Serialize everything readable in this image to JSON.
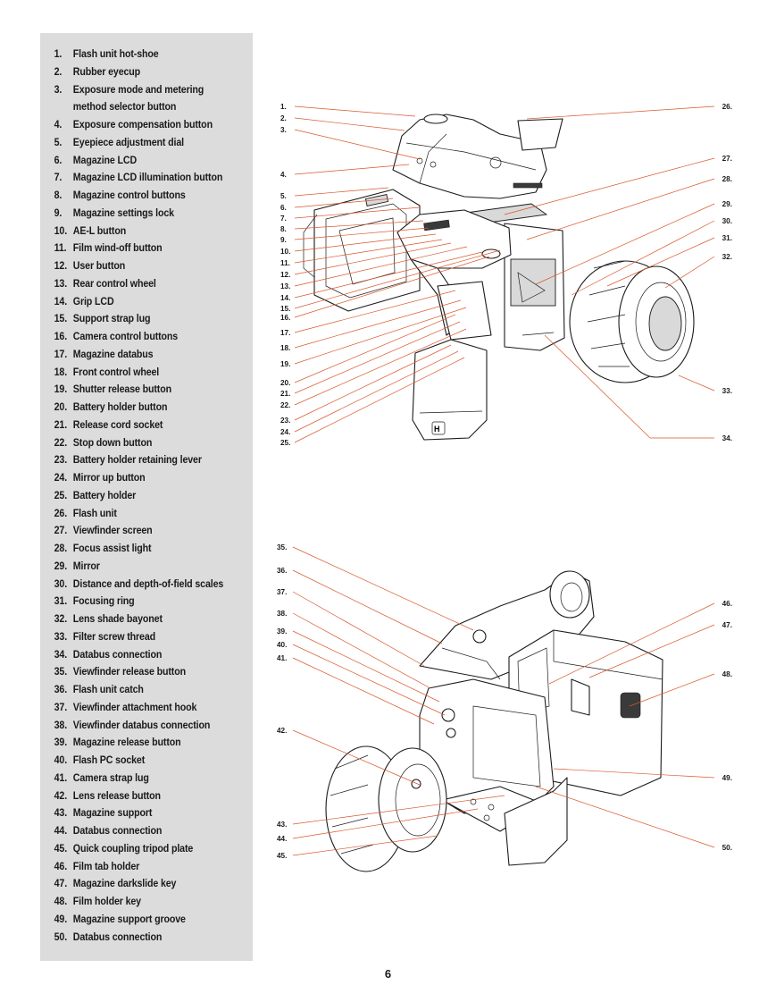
{
  "legend": [
    {
      "num": "1.",
      "lines": [
        "Flash unit hot-shoe"
      ]
    },
    {
      "num": "2.",
      "lines": [
        "Rubber eyecup"
      ]
    },
    {
      "num": "3.",
      "lines": [
        "Exposure mode and metering",
        "method selector button"
      ]
    },
    {
      "num": "4.",
      "lines": [
        "Exposure compensation button"
      ]
    },
    {
      "num": "5.",
      "lines": [
        "Eyepiece adjustment dial"
      ]
    },
    {
      "num": "6.",
      "lines": [
        "Magazine LCD"
      ]
    },
    {
      "num": "7.",
      "lines": [
        "Magazine LCD illumination button"
      ]
    },
    {
      "num": "8.",
      "lines": [
        "Magazine control buttons"
      ]
    },
    {
      "num": "9.",
      "lines": [
        "Magazine settings lock"
      ]
    },
    {
      "num": "10.",
      "lines": [
        "AE-L button"
      ]
    },
    {
      "num": "11.",
      "lines": [
        "Film wind-off button"
      ]
    },
    {
      "num": "12.",
      "lines": [
        "User button"
      ]
    },
    {
      "num": "13.",
      "lines": [
        "Rear control wheel"
      ]
    },
    {
      "num": "14.",
      "lines": [
        "Grip LCD"
      ]
    },
    {
      "num": "15.",
      "lines": [
        "Support strap lug"
      ]
    },
    {
      "num": "16.",
      "lines": [
        "Camera control buttons"
      ]
    },
    {
      "num": "17.",
      "lines": [
        "Magazine databus"
      ]
    },
    {
      "num": "18.",
      "lines": [
        "Front control wheel"
      ]
    },
    {
      "num": "19.",
      "lines": [
        "Shutter release button"
      ]
    },
    {
      "num": "20.",
      "lines": [
        "Battery holder button"
      ]
    },
    {
      "num": "21.",
      "lines": [
        "Release cord socket"
      ]
    },
    {
      "num": "22.",
      "lines": [
        "Stop down button"
      ]
    },
    {
      "num": "23.",
      "lines": [
        "Battery holder retaining lever"
      ]
    },
    {
      "num": "24.",
      "lines": [
        "Mirror up button"
      ]
    },
    {
      "num": "25.",
      "lines": [
        "Battery holder"
      ]
    },
    {
      "num": "26.",
      "lines": [
        "Flash unit"
      ]
    },
    {
      "num": "27.",
      "lines": [
        "Viewfinder screen"
      ]
    },
    {
      "num": "28.",
      "lines": [
        "Focus assist light"
      ]
    },
    {
      "num": "29.",
      "lines": [
        "Mirror"
      ]
    },
    {
      "num": "30.",
      "lines": [
        "Distance and depth-of-field scales"
      ]
    },
    {
      "num": "31.",
      "lines": [
        "Focusing ring"
      ]
    },
    {
      "num": "32.",
      "lines": [
        "Lens shade bayonet"
      ]
    },
    {
      "num": "33.",
      "lines": [
        "Filter screw thread"
      ]
    },
    {
      "num": "34.",
      "lines": [
        "Databus connection"
      ]
    },
    {
      "num": "35.",
      "lines": [
        "Viewfinder release button"
      ]
    },
    {
      "num": "36.",
      "lines": [
        "Flash unit catch"
      ]
    },
    {
      "num": "37.",
      "lines": [
        "Viewfinder attachment hook"
      ]
    },
    {
      "num": "38.",
      "lines": [
        "Viewfinder databus connection"
      ]
    },
    {
      "num": "39.",
      "lines": [
        "Magazine release button"
      ]
    },
    {
      "num": "40.",
      "lines": [
        "Flash PC socket"
      ]
    },
    {
      "num": "41.",
      "lines": [
        "Camera strap lug"
      ]
    },
    {
      "num": "42.",
      "lines": [
        "Lens release button"
      ]
    },
    {
      "num": "43.",
      "lines": [
        "Magazine support"
      ]
    },
    {
      "num": "44.",
      "lines": [
        "Databus connection"
      ]
    },
    {
      "num": "45.",
      "lines": [
        "Quick coupling tripod plate"
      ]
    },
    {
      "num": "46.",
      "lines": [
        "Film tab holder"
      ]
    },
    {
      "num": "47.",
      "lines": [
        "Magazine darkslide key"
      ]
    },
    {
      "num": "48.",
      "lines": [
        "Film holder key"
      ]
    },
    {
      "num": "49.",
      "lines": [
        "Magazine support groove"
      ]
    },
    {
      "num": "50.",
      "lines": [
        "Databus connection"
      ]
    }
  ],
  "callouts_top_left": [
    "1.",
    "2.",
    "3.",
    "4.",
    "5.",
    "6.",
    "7.",
    "8.",
    "9.",
    "10.",
    "11.",
    "12.",
    "13.",
    "14.",
    "15.",
    "16.",
    "17.",
    "18.",
    "19.",
    "20.",
    "21.",
    "22.",
    "23.",
    "24.",
    "25."
  ],
  "callouts_top_right": [
    "26.",
    "27.",
    "28.",
    "29.",
    "30.",
    "31.",
    "32.",
    "33.",
    "34."
  ],
  "callouts_bottom_left": [
    "35.",
    "36.",
    "37.",
    "38.",
    "39.",
    "40.",
    "41.",
    "42.",
    "43.",
    "44.",
    "45."
  ],
  "callouts_bottom_right": [
    "46.",
    "47.",
    "48.",
    "49.",
    "50."
  ],
  "page_number": "6",
  "colors": {
    "leader": "#d9572c",
    "panel": "#dcdcdc"
  }
}
